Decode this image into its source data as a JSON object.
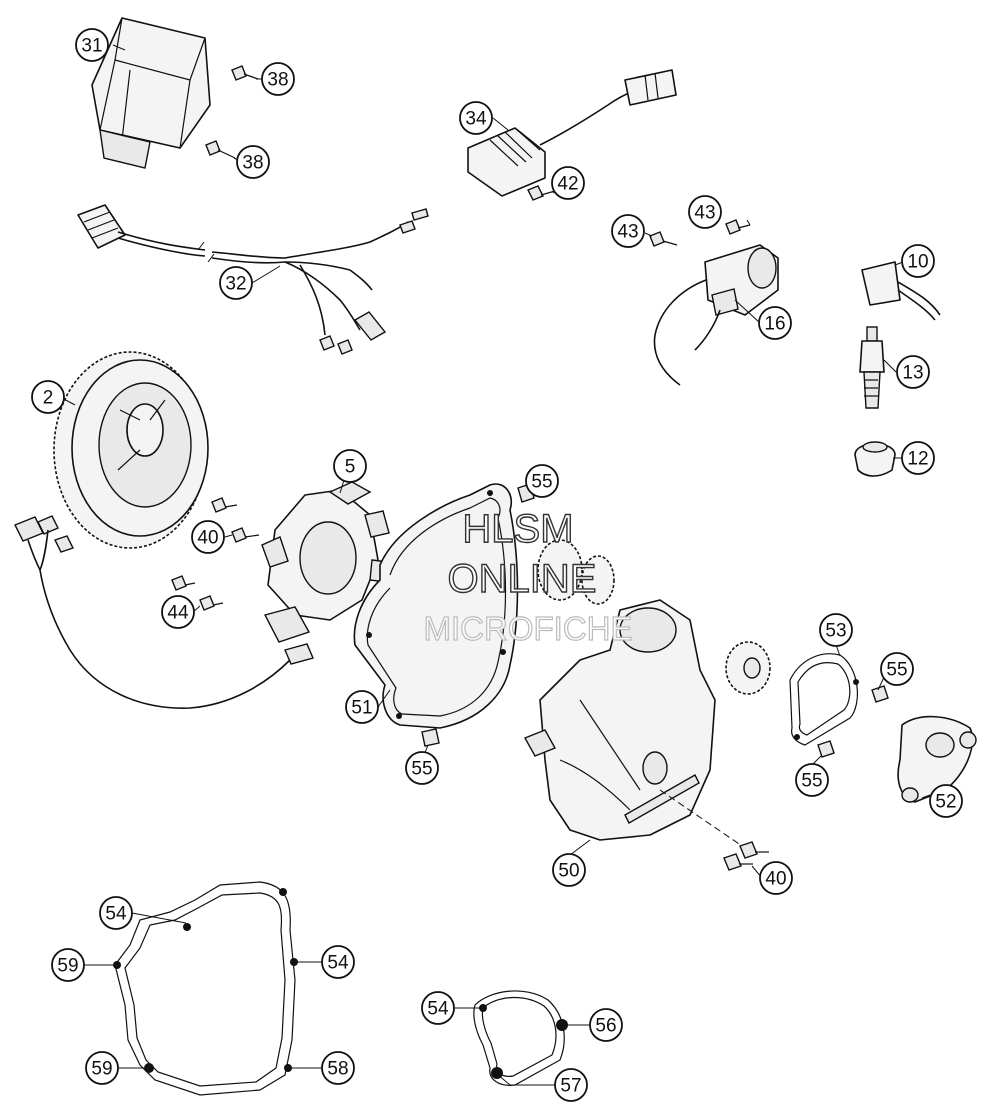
{
  "watermark": {
    "line1": "HLSM",
    "line2": "ONLINE",
    "line3": "MICROFICHE"
  },
  "callouts": [
    "31",
    "38",
    "38",
    "34",
    "42",
    "32",
    "43",
    "43",
    "16",
    "10",
    "13",
    "12",
    "2",
    "5",
    "55",
    "40",
    "44",
    "51",
    "55",
    "53",
    "55",
    "55",
    "52",
    "50",
    "40",
    "54",
    "59",
    "54",
    "59",
    "58",
    "54",
    "56",
    "57"
  ],
  "holes": [
    "hole",
    "hole",
    "hole",
    "hole",
    "hole",
    "hole",
    "hole",
    "hole",
    "hole",
    "hole",
    "hole"
  ]
}
